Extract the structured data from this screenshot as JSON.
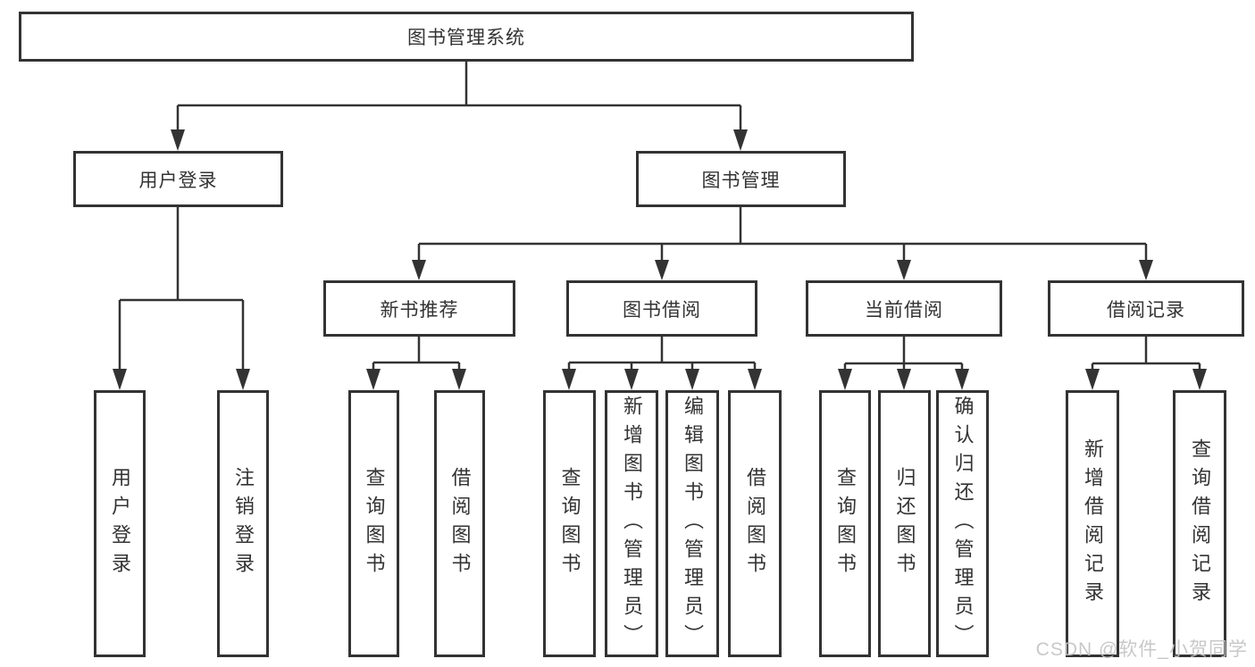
{
  "colors": {
    "line": "#333333",
    "border": "#333333",
    "text": "#333333",
    "watermark": "#c3c3c3",
    "background": "#ffffff"
  },
  "watermark": {
    "text": "CSDN @软件_小贺同学"
  },
  "nodes": {
    "root": {
      "label": "图书管理系统"
    },
    "user_login": {
      "label": "用户登录"
    },
    "book_mgmt": {
      "label": "图书管理"
    },
    "new_book_rec": {
      "label": "新书推荐"
    },
    "book_borrow": {
      "label": "图书借阅"
    },
    "current_borrow": {
      "label": "当前借阅"
    },
    "borrow_records": {
      "label": "借阅记录"
    },
    "leaf_user_login": {
      "label": "用户登录"
    },
    "leaf_logout": {
      "label": "注销登录"
    },
    "leaf_rec_query": {
      "label": "查询图书"
    },
    "leaf_rec_borrow": {
      "label": "借阅图书"
    },
    "leaf_bb_query": {
      "label": "查询图书"
    },
    "leaf_bb_add": {
      "label": "新增图书（管理员）"
    },
    "leaf_bb_edit": {
      "label": "编辑图书（管理员）"
    },
    "leaf_bb_borrow": {
      "label": "借阅图书"
    },
    "leaf_cb_query": {
      "label": "查询图书"
    },
    "leaf_cb_return": {
      "label": "归还图书"
    },
    "leaf_cb_confirm": {
      "label": "确认归还（管理员）"
    },
    "leaf_br_add": {
      "label": "新增借阅记录"
    },
    "leaf_br_query": {
      "label": "查询借阅记录"
    }
  }
}
